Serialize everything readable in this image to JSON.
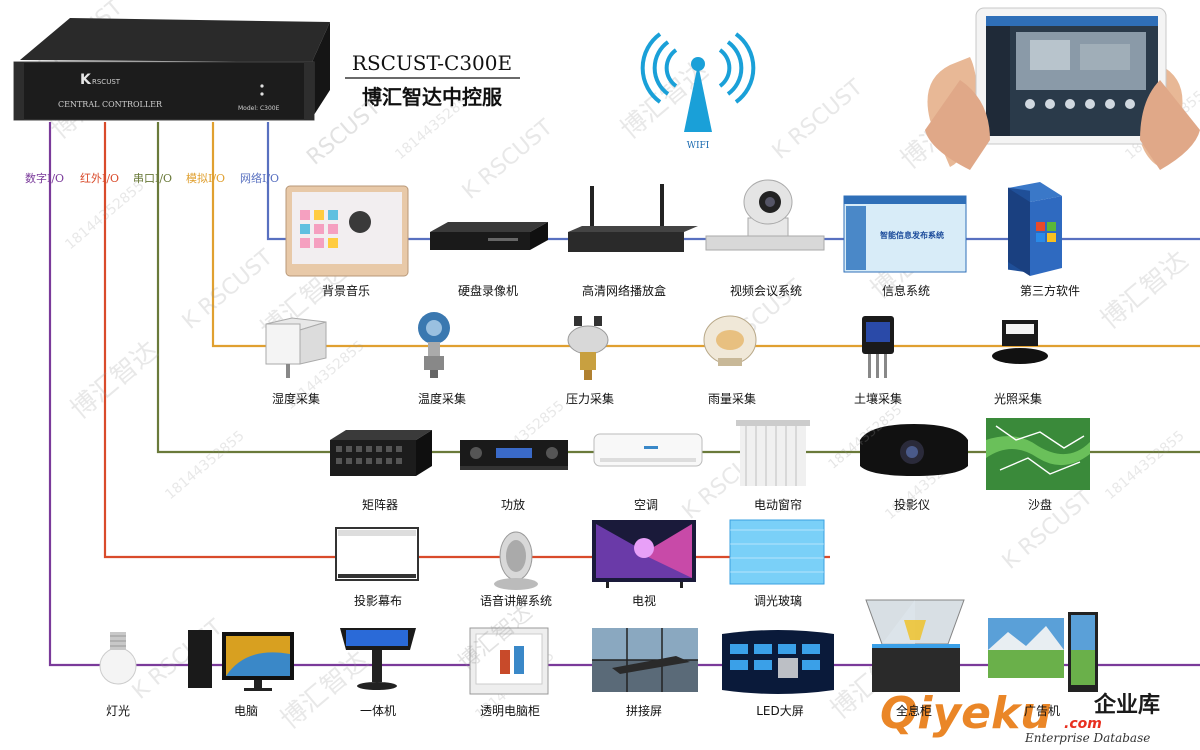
{
  "header": {
    "model": "RSCUST-C300E",
    "product_name": "博汇智达中控服",
    "wifi_label": "WIFI"
  },
  "controller": {
    "brand": "RSCUST",
    "front_label": "CENTRAL CONTROLLER",
    "model_plate": "Model: C300E"
  },
  "channels": [
    {
      "label": "数字I/O",
      "color": "#7a3a9a"
    },
    {
      "label": "红外I/O",
      "color": "#d94b2b"
    },
    {
      "label": "串口I/O",
      "color": "#6a7a3a"
    },
    {
      "label": "模拟I/O",
      "color": "#e0a030"
    },
    {
      "label": "网络I/O",
      "color": "#5870c0"
    }
  ],
  "rows": [
    {
      "channel": "网络I/O",
      "devices": [
        "背景音乐",
        "硬盘录像机",
        "高清网络播放盒",
        "视频会议系统",
        "信息系统",
        "第三方软件"
      ]
    },
    {
      "channel": "模拟I/O",
      "devices": [
        "湿度采集",
        "温度采集",
        "压力采集",
        "雨量采集",
        "土壤采集",
        "光照采集"
      ]
    },
    {
      "channel": "串口I/O",
      "devices": [
        "矩阵器",
        "功放",
        "空调",
        "电动窗帘",
        "投影仪",
        "沙盘"
      ]
    },
    {
      "channel": "红外I/O",
      "devices": [
        "投影幕布",
        "语音讲解系统",
        "电视",
        "调光玻璃"
      ]
    },
    {
      "channel": "数字I/O",
      "devices": [
        "灯光",
        "电脑",
        "一体机",
        "透明电脑柜",
        "拼接屏",
        "LED大屏",
        "全息柜",
        "广告机"
      ]
    }
  ],
  "screens": {
    "info_system_title": "智能信息发布系统"
  },
  "watermark": {
    "company": "博汇智达",
    "brand": "RSCUST",
    "phone": "18144352855"
  },
  "footer_logo": {
    "brand": "Qiyeku",
    "suffix": ".com",
    "cn_label": "企业库",
    "tagline": "Enterprise Database"
  }
}
